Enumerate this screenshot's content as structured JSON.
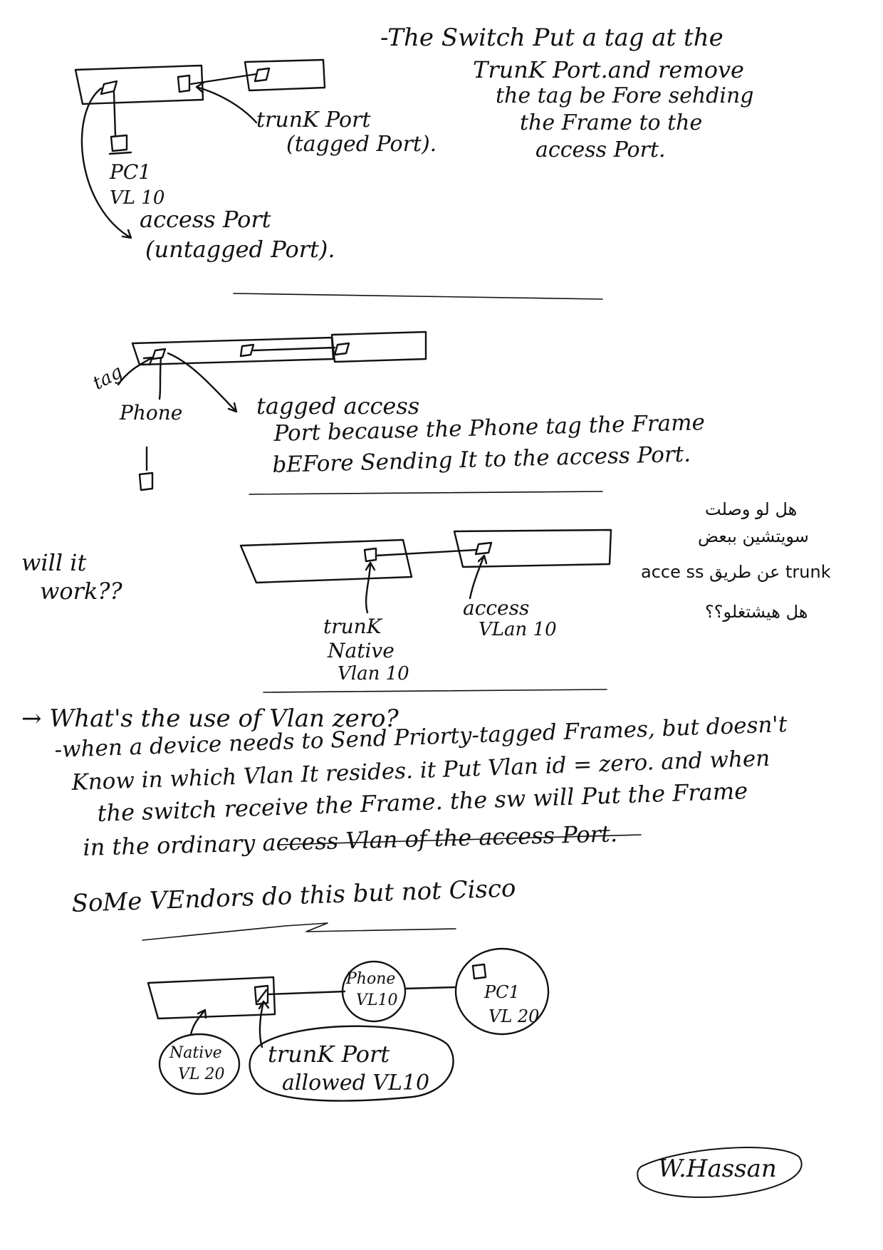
{
  "section1": {
    "note_lines": [
      "-The Switch Put a tag at  the",
      "TrunK Port.and remove",
      "the tag be Fore sehding",
      "the Frame to the",
      "access Port."
    ],
    "trunk_label": [
      "trunK Port",
      "(tagged Port)."
    ],
    "pc_label": [
      "PC1",
      "VL 10"
    ],
    "access_label": [
      "access Port",
      "(untagged Port)."
    ]
  },
  "section2": {
    "tag_label": "tag",
    "phone_label": "Phone",
    "note_lines": [
      "tagged access",
      "Port because the Phone tag the Frame",
      "bEFore Sending It to the access Port."
    ]
  },
  "section3": {
    "question_lines": [
      "will it",
      "work??"
    ],
    "trunk_label": [
      "trunK",
      "Native",
      "Vlan 10"
    ],
    "access_label": [
      "access",
      "VLan 10"
    ],
    "arabic_lines": [
      "هل لو وصلت",
      "سويتشين ببعض",
      "trunk عن طريق acce ss",
      "هل هيشتغلو؟؟"
    ]
  },
  "section4": {
    "lines": [
      "→ What's the use of Vlan zero?",
      "-when a device needs to Send Priorty-tagged Frames, but doesn't",
      "Know in which Vlan It resides. it Put Vlan id = zero. and when",
      "the switch receive the Frame. the sw will Put the Frame",
      "in the ordinary access Vlan of the access Port."
    ],
    "vendor_note": "SoMe VEndors do this but not Cisco"
  },
  "section5": {
    "phone_bubble": [
      "Phone",
      "VL10"
    ],
    "pc_bubble": [
      "PC1",
      "VL 20"
    ],
    "native_bubble": [
      "Native",
      "VL 20"
    ],
    "trunk_bubble": [
      "trunK Port",
      "allowed VL10"
    ]
  },
  "signature": "W.Hassan"
}
